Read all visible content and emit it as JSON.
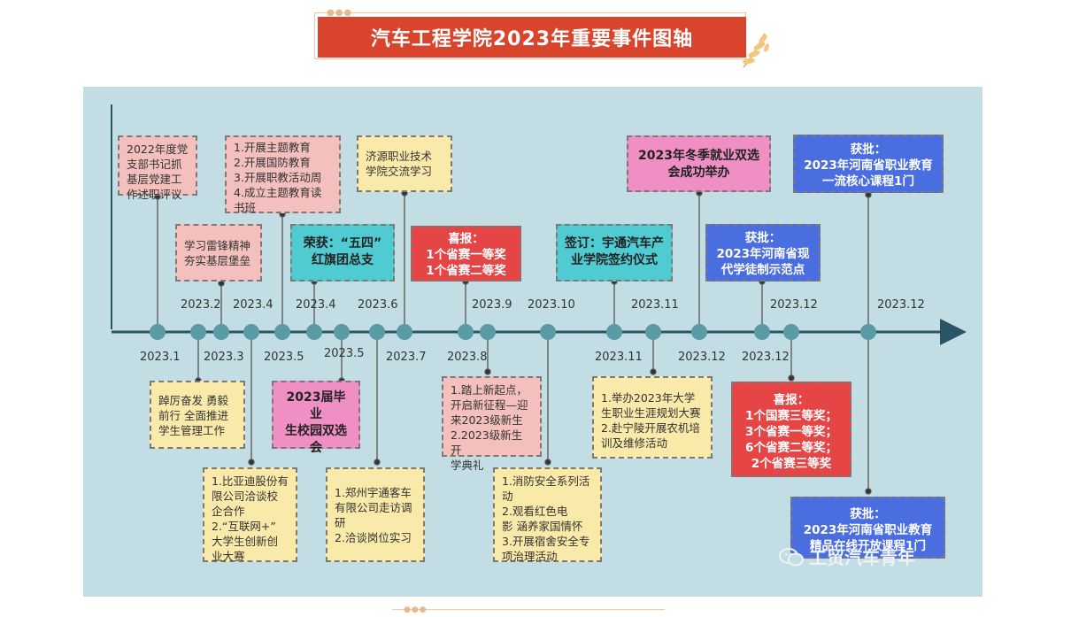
{
  "title": "汽车工程学院2023年重要事件图轴",
  "dots": "●●●",
  "watermark": "工贸汽车青年",
  "labels": [
    "2023.1",
    "2023.2",
    "2023.3",
    "2023.4",
    "2023.5",
    "2023.4",
    "2023.5",
    "2023.6",
    "2023.7",
    "2023.8",
    "2023.9",
    "2023.10",
    "2023.11",
    "2023.11",
    "2023.12",
    "2023.12",
    "2023.12",
    "2023.12"
  ],
  "boxes": {
    "b1": [
      "2022年度党",
      "支部书记抓",
      "基层党建工",
      "作述职评议"
    ],
    "b2": [
      "学习雷锋精神",
      "夯实基层堡垒"
    ],
    "b3": [
      "1.开展主题教育",
      "2.开展国防教育",
      "3.开展职教活动周",
      "4.成立主题教育读",
      "书班"
    ],
    "b4": [
      "荣获：“五四”",
      "红旗团总支"
    ],
    "b5": [
      "济源职业技术",
      "学院交流学习"
    ],
    "b6": [
      "喜报：",
      "1个省赛一等奖",
      "1个省赛二等奖"
    ],
    "b7": [
      "签订：宇通汽车产",
      "业学院签约仪式"
    ],
    "b8": [
      "2023年冬季就业双选",
      "会成功举办"
    ],
    "b9": [
      "获批：",
      "2023年河南省现",
      "代学徒制示范点"
    ],
    "b10": [
      "获批：",
      "2023年河南省职业教育",
      "一流核心课程1门"
    ],
    "b11": [
      "踔厉奋发 勇毅",
      "前行 全面推进",
      "学生管理工作"
    ],
    "b12": [
      "2023届毕业",
      "生校园双选",
      "会"
    ],
    "b13": [
      "1.比亚迪股份有",
      "限公司洽谈校",
      "企合作",
      "2.“互联网+”",
      "大学生创新创",
      "业大赛"
    ],
    "b14": [
      "1.郑州宇通客车",
      "有限公司走访调",
      "研",
      "2.洽谈岗位实习"
    ],
    "b15": [
      "1.踏上新起点，",
      "开启新征程—迎",
      "来2023级新生",
      "2.2023级新生开",
      "学典礼"
    ],
    "b16": [
      "1.消防安全系列活",
      "动",
      "2.观看红色电",
      "影 涵养家国情怀",
      "3.开展宿舍安全专",
      "项治理活动"
    ],
    "b17": [
      "1.举办2023年大学",
      "生职业生涯规划大赛",
      "2.赴宁陵开展农机培",
      "训及维修活动"
    ],
    "b18": [
      "喜报：",
      "1个国赛三等奖；",
      "3个省赛一等奖；",
      "6个省赛二等奖；",
      "2个省赛三等奖"
    ],
    "b19": [
      "获批：",
      "2023年河南省职业教育",
      "精品在线开放课程1门"
    ]
  }
}
